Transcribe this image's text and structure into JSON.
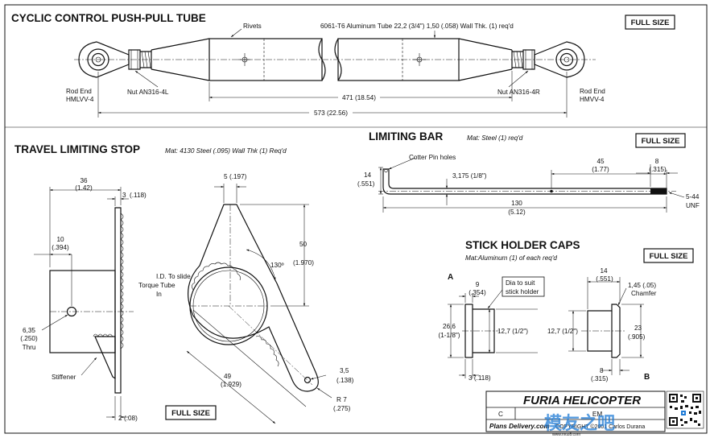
{
  "push_pull": {
    "title": "CYCLIC CONTROL PUSH-PULL TUBE",
    "full_size": "FULL SIZE",
    "rivets": "Rivets",
    "tube_spec": "6061-T6 Aluminum Tube 22,2 (3/4\") 1,50 (.058) Wall Thk. (1) req'd",
    "rod_end_left": "Rod End",
    "rod_end_left_pn": "HMLVV-4",
    "nut_left": "Nut AN316-4L",
    "nut_right": "Nut AN316-4R",
    "rod_end_right": "Rod End",
    "rod_end_right_pn": "HMVV-4",
    "dim_471": "471 (18.54)",
    "dim_573": "573 (22.56)"
  },
  "limiting_bar": {
    "title": "LIMITING BAR",
    "material": "Mat: Steel (1) req'd",
    "full_size": "FULL SIZE",
    "cotter": "Cotter Pin holes",
    "d14": "14",
    "d14_in": "(.551)",
    "d3175": "3,175 (1/8\")",
    "d45": "45",
    "d45_in": "(1.77)",
    "d8": "8",
    "d8_in": "(.315)",
    "d130": "130",
    "d130_in": "(5.12)",
    "thread": "5-44",
    "thread2": "UNF"
  },
  "travel_stop": {
    "title": "TRAVEL LIMITING STOP",
    "material": "Mat: 4130 Steel (.095) Wall Thk (1) Req'd",
    "d36": "36",
    "d36_in": "(1.42)",
    "d3": "3",
    "d3_in": "(.118)",
    "d10": "10",
    "d10_in": "(.394)",
    "d635": "6,35",
    "d635_in": "(.250)",
    "thru": "Thru",
    "stiffener": "Stiffener",
    "d2": "2",
    "d2_in": "(.08)",
    "id_1": "I.D. To slide",
    "id_2": "Torque Tube",
    "id_3": "In",
    "d5": "5",
    "d5_in": "(.197)",
    "d50": "50",
    "d50_in": "(1.970)",
    "angle": "130º",
    "d49": "49",
    "d49_in": "(1.929)",
    "d35": "3,5",
    "d35_in": "(.138)",
    "r7": "R 7",
    "r7_in": "(.275)",
    "full_size": "FULL SIZE"
  },
  "caps": {
    "title": "STICK HOLDER CAPS",
    "material": "Mat:Aluminum (1) of each req'd",
    "full_size": "FULL SIZE",
    "a": "A",
    "b": "B",
    "d9": "9",
    "d9_in": "(.354)",
    "dia1": "Dia to suit",
    "dia2": "stick holder",
    "d266": "26,6",
    "d266_in": "(1-1/8\")",
    "d127a": "12,7 (1/2\")",
    "d3": "3 (.118)",
    "d14": "14",
    "d14_in": "(.551)",
    "d145": "1,45 (.05)",
    "chamfer": "Chamfer",
    "d127b": "12,7 (1/2\")",
    "d23": "23",
    "d23_in": "(.905)",
    "d8": "8",
    "d8_in": "(.315)"
  },
  "title_block": {
    "brand": "FURIA HELICOPTER",
    "row": "C",
    "row2": "EM",
    "plans": "Plans Delivery.com",
    "copyright": "COPYRIGHT ©2001 Carlos Durana",
    "watermark": "模友之吧",
    "watermark_url": "www.moz8.com"
  }
}
